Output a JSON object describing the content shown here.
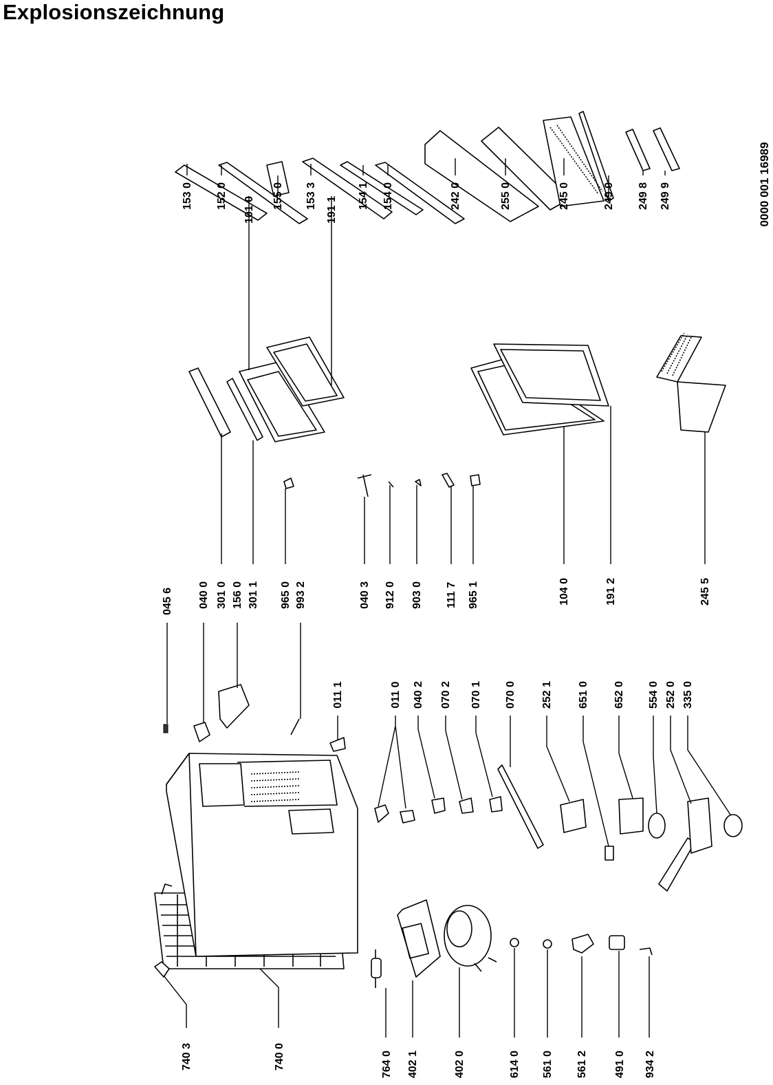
{
  "title": "Explosionszeichnung",
  "document_number": "0000 001 16989",
  "part_numbers": [
    "740 3",
    "740 0",
    "764 0",
    "402 1",
    "402 0",
    "614 0",
    "561 0",
    "561 2",
    "491 0",
    "934 2",
    "011 0",
    "040 2",
    "070 2",
    "070 1",
    "070 0",
    "252 1",
    "651 0",
    "652 0",
    "554 0",
    "252 0",
    "335 0",
    "011 1",
    "045 6",
    "040 0",
    "301 0",
    "156 0",
    "301 1",
    "965 0",
    "993 2",
    "040 3",
    "912 0",
    "903 0",
    "111 7",
    "965 1",
    "104 0",
    "191 2",
    "245 5",
    "153 0",
    "152 0",
    "101 0",
    "155 0",
    "153 3",
    "191 1",
    "154 1",
    "154 0",
    "242 0",
    "255 0",
    "245 0",
    "249 0",
    "249 8",
    "249 9"
  ]
}
